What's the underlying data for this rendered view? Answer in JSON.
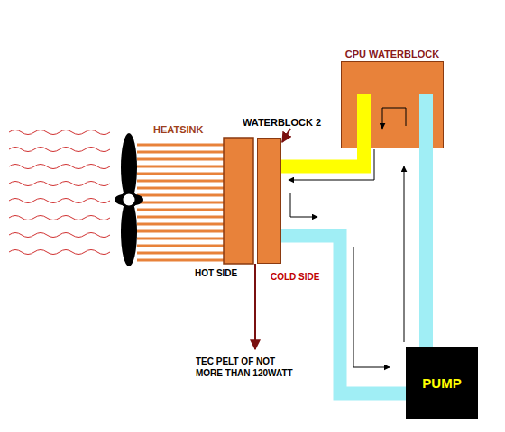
{
  "diagram": {
    "nodes": [
      {
        "text": [
          "CPU WATERBLOCK"
        ]
      },
      {
        "text": [
          "WATERBLOCK 2"
        ]
      },
      {
        "text": [
          "PUMP"
        ]
      }
    ],
    "edges": [
      {
        "from": 1,
        "to": 0,
        "arrow": "none"
      },
      {
        "from": 1,
        "to": 2,
        "arrow": "none"
      },
      {
        "from": 2,
        "to": 0,
        "arrow": "none"
      }
    ],
    "labels": [
      "HEATSINK",
      "HOT SIDE",
      "COLD SIDE",
      "TEC PELT OF NOT MORE THAN 120WATT"
    ]
  }
}
